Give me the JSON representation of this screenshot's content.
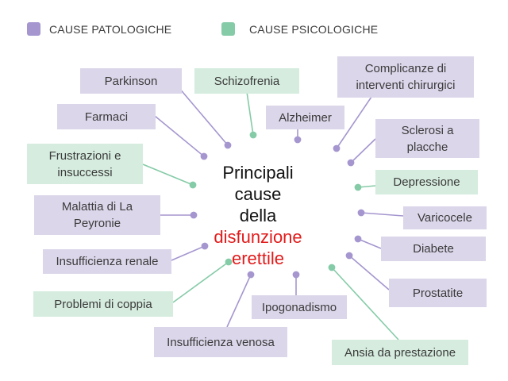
{
  "legend": {
    "pathological_label": "CAUSE PATOLOGICHE",
    "psychological_label": "CAUSE PSICOLOGICHE",
    "pathological_color": "#a596cf",
    "psychological_color": "#85cba7"
  },
  "center": {
    "line1": "Principali cause",
    "line2": "della",
    "line3": "disfunzione",
    "line4": "erettile"
  },
  "causes": {
    "parkinson": "Parkinson",
    "schizofrenia": "Schizofrenia",
    "complicanze_1": "Complicanze di",
    "complicanze_2": "interventi chirurgici",
    "farmaci": "Farmaci",
    "alzheimer": "Alzheimer",
    "sclerosi_1": "Sclerosi a",
    "sclerosi_2": "placche",
    "frustrazioni_1": "Frustrazioni e",
    "frustrazioni_2": "insuccessi",
    "depressione": "Depressione",
    "peyronie_1": "Malattia di La",
    "peyronie_2": "Peyronie",
    "varicocele": "Varicocele",
    "diabete": "Diabete",
    "renale": "Insufficienza renale",
    "coppia": "Problemi di coppia",
    "prostatite": "Prostatite",
    "ipogonadismo": "Ipogonadismo",
    "venosa": "Insufficienza venosa",
    "ansia": "Ansia da prestazione"
  }
}
